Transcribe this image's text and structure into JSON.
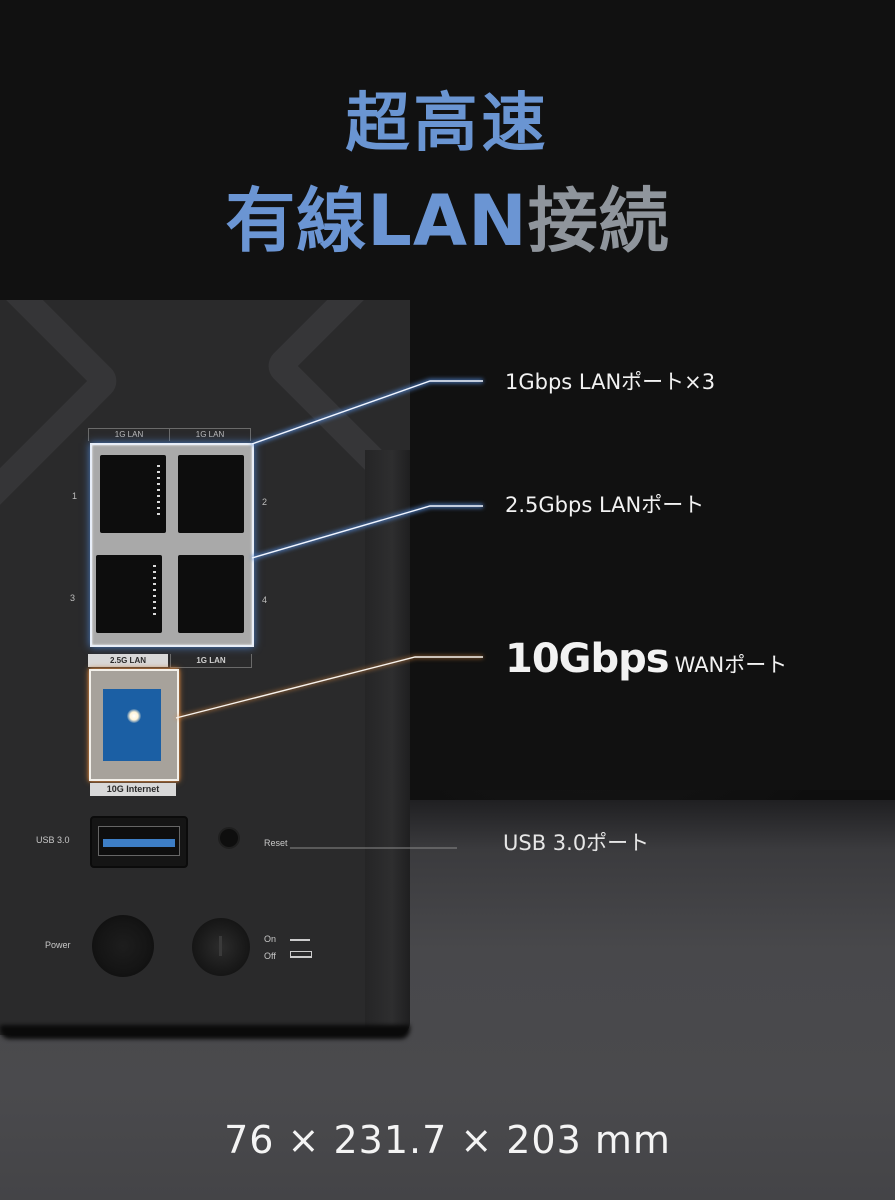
{
  "title": {
    "line1": "超高速",
    "line2_blue": "有線LAN",
    "line2_grey": "接続"
  },
  "colors": {
    "title_blue": "#6b95d3",
    "title_grey": "#8f959c",
    "lan_glow": "#4d7fc7",
    "wan_glow": "#d9873e",
    "wan_port_blue": "#1b5fa4",
    "usb_blue": "#3d7ec6",
    "background": "#111111"
  },
  "router_panel": {
    "lan_top_labels": [
      "1G LAN",
      "1G LAN"
    ],
    "lan_bottom_labels": [
      "2.5G LAN",
      "1G LAN"
    ],
    "port_numbers": [
      "1",
      "2",
      "3",
      "4"
    ],
    "wan_label": "10G Internet",
    "usb_label": "USB 3.0",
    "reset_label": "Reset",
    "power_label": "Power",
    "switch_on": "On",
    "switch_off": "Off"
  },
  "callouts": [
    {
      "id": "lan-1g",
      "text": "1Gbps LANポート×3"
    },
    {
      "id": "lan-2-5g",
      "text": "2.5Gbps LANポート"
    },
    {
      "id": "wan-10g",
      "big": "10Gbps",
      "small": "WANポート"
    },
    {
      "id": "usb",
      "text": "USB 3.0ポート"
    }
  ],
  "dimensions": "76 × 231.7 × 203 mm"
}
